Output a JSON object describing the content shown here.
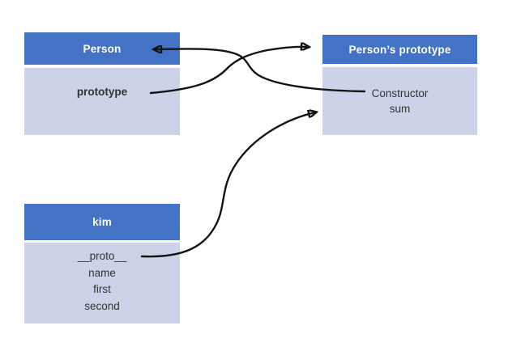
{
  "diagram": {
    "colors": {
      "header_bg": "#4472c4",
      "body_bg": "#ccd3e9",
      "header_text": "#ffffff",
      "body_text": "#333333",
      "arrow": "#141414",
      "background": "#ffffff"
    },
    "nodes": [
      {
        "id": "person",
        "title": "Person",
        "fields": [
          "prototype"
        ]
      },
      {
        "id": "persons-prototype",
        "title": "Person’s prototype",
        "fields": [
          "Constructor",
          "sum"
        ]
      },
      {
        "id": "kim",
        "title": "kim",
        "fields": [
          "__proto__",
          "name",
          "first",
          "second"
        ]
      }
    ],
    "edges": [
      {
        "from": "Person : prototype",
        "to": "Person’s prototype : header"
      },
      {
        "from": "Person’s prototype : Constructor",
        "to": "Person : header"
      },
      {
        "from": "kim : __proto__",
        "to": "Person’s prototype : body"
      }
    ]
  }
}
